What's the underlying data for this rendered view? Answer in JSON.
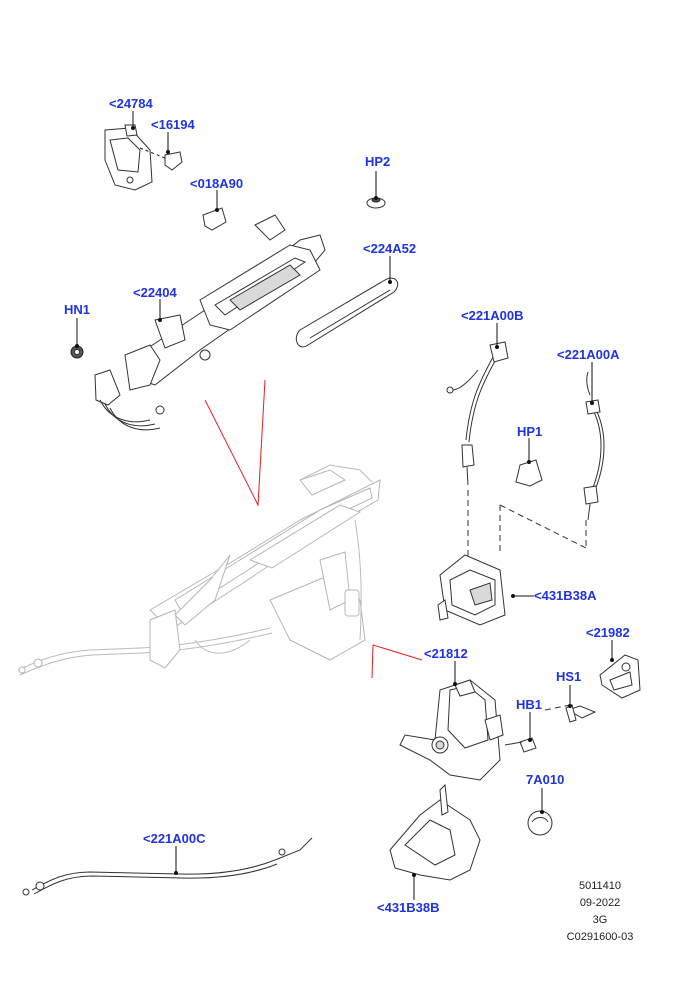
{
  "callouts": {
    "c24784": "<24784",
    "c16194": "<16194",
    "c018A90": "<018A90",
    "HP2": "HP2",
    "c224A52": "<224A52",
    "c22404": "<22404",
    "HN1": "HN1",
    "c221A00B": "<221A00B",
    "c221A00A": "<221A00A",
    "HP1": "HP1",
    "c431B38A": "<431B38A",
    "c21982": "<21982",
    "c21812": "<21812",
    "HS1": "HS1",
    "HB1": "HB1",
    "c7A010": "7A010",
    "c221A00C": "<221A00C",
    "c431B38B": "<431B38B"
  },
  "footer": {
    "line1": "5011410",
    "line2": "09-2022",
    "line3": "3G",
    "line4": "C0291600-03"
  },
  "colors": {
    "callout_text": "#1f33e0",
    "leader": "#111111",
    "indicator_red": "#e02020",
    "ghost_outline": "#b5b5b5"
  }
}
